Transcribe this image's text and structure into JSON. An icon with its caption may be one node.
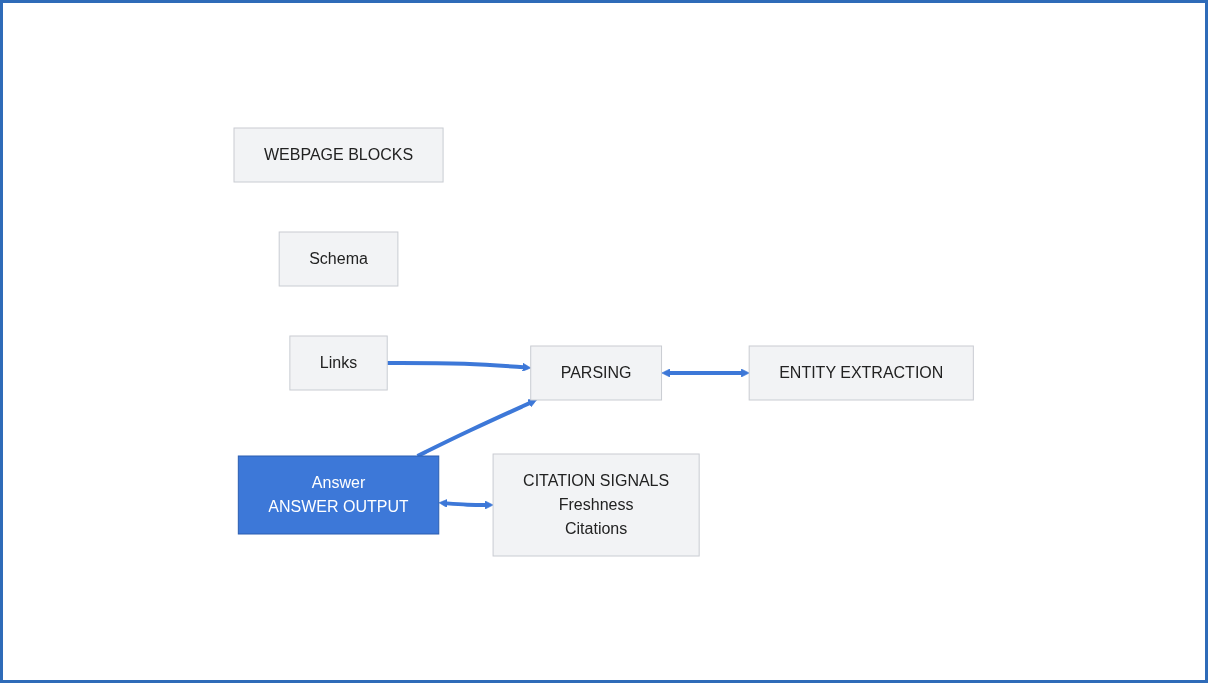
{
  "diagram": {
    "nodes": [
      {
        "text": [
          "WEBPAGE BLOCKS"
        ]
      },
      {
        "text": [
          "Schema"
        ]
      },
      {
        "text": [
          "Links"
        ]
      },
      {
        "text": [
          "PARSING"
        ]
      },
      {
        "text": [
          "ENTITY EXTRACTION"
        ]
      },
      {
        "text": [
          "Answer",
          "ANSWER OUTPUT"
        ]
      },
      {
        "text": [
          "CITATION SIGNALS",
          "Freshness",
          "Citations"
        ]
      }
    ],
    "edges": [
      {
        "from": 2,
        "to": 3,
        "arrow": "to"
      },
      {
        "from": 3,
        "to": 4,
        "arrow": "both"
      },
      {
        "from": 5,
        "to": 3,
        "arrow": "to"
      },
      {
        "from": 5,
        "to": 6,
        "arrow": "both"
      }
    ]
  }
}
